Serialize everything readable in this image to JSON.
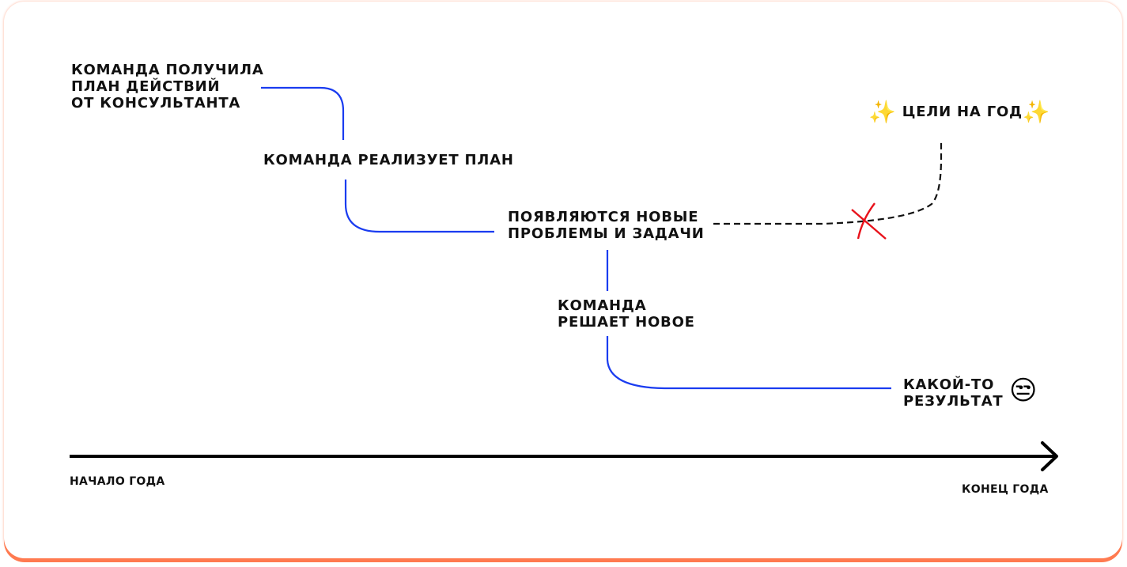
{
  "labels": {
    "plan_received": [
      "КОМАНДА ПОЛУЧИЛА",
      "ПЛАН ДЕЙСТВИЙ",
      "ОТ КОНСУЛЬТАНТА"
    ],
    "implementing": "КОМАНДА РЕАЛИЗУЕТ ПЛАН",
    "new_problems": [
      "ПОЯВЛЯЮТСЯ НОВЫЕ",
      "ПРОБЛЕМЫ И ЗАДАЧИ"
    ],
    "solving_new": [
      "КОМАНДА",
      "РЕШАЕТ НОВОЕ"
    ],
    "some_result": [
      "КАКОЙ-ТО",
      "РЕЗУЛЬТАТ"
    ],
    "goals": "ЦЕЛИ НА ГОД"
  },
  "icons": {
    "sparkles": "✨",
    "unamused": "😒"
  },
  "axis": {
    "start": "НАЧАЛО ГОДА",
    "end": "КОНЕЦ ГОДА"
  },
  "colors": {
    "actual_path": "#1a3cf0",
    "planned_path": "#111111",
    "cross": "#e8121b",
    "card_shadow": "#ff7a50"
  }
}
